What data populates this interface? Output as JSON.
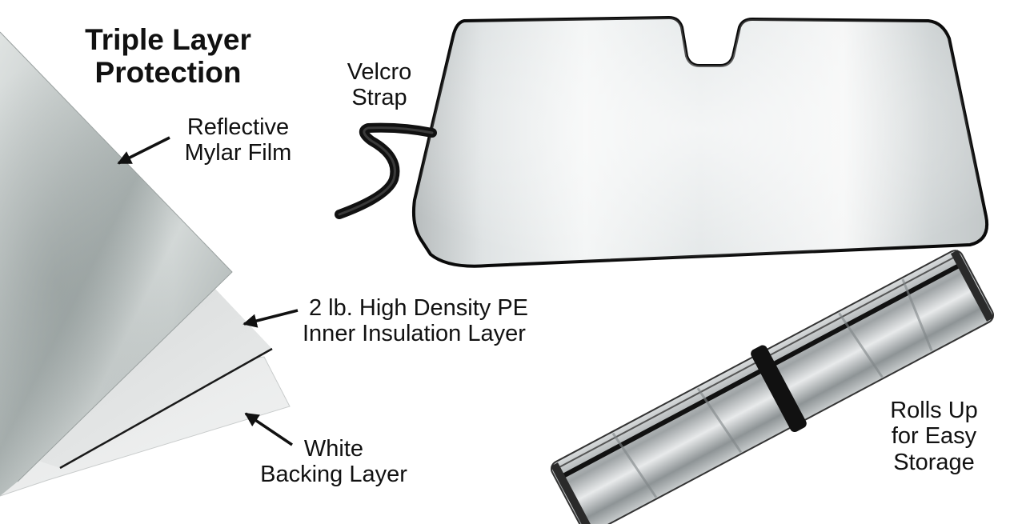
{
  "title": {
    "line1": "Triple Layer",
    "line2": "Protection"
  },
  "callouts": {
    "reflective": {
      "line1": "Reflective",
      "line2": "Mylar Film"
    },
    "velcro": {
      "line1": "Velcro",
      "line2": "Strap"
    },
    "insulation": {
      "line1": "2 lb. High Density PE",
      "line2": "Inner Insulation Layer"
    },
    "backing": {
      "line1": "White",
      "line2": "Backing Layer"
    },
    "storage": {
      "line1": "Rolls Up",
      "line2": "for Easy",
      "line3": "Storage"
    }
  },
  "colors": {
    "text": "#111111",
    "mylar_light": "#eef0f0",
    "mylar_dark": "#9ea6a5",
    "outline": "#0a0a0a"
  }
}
